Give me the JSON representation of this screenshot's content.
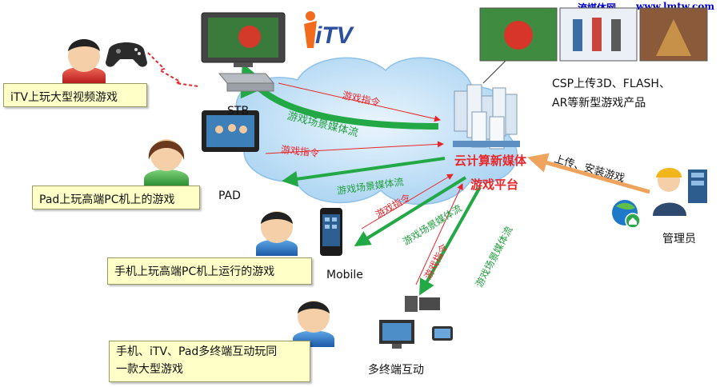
{
  "watermark": {
    "cn": "流媒体网",
    "url": "www.lmtw.com"
  },
  "logo": {
    "text": "iTV"
  },
  "devices": {
    "stb": "STB",
    "pad": "PAD",
    "mobile": "Mobile",
    "multi": "多终端互动"
  },
  "callouts": {
    "itv": "iTV上玩大型视频游戏",
    "pad": "Pad上玩高端PC机上的游戏",
    "mobile": "手机上玩高端PC机上运行的游戏",
    "multi_line1": "手机、iTV、Pad多终端互动玩同",
    "multi_line2": "一款大型游戏"
  },
  "platform": {
    "line1": "云计算新媒体",
    "line2": "游戏平台"
  },
  "csp": {
    "line1": "CSP上传3D、FLASH、",
    "line2": "AR等新型游戏产品"
  },
  "admin": {
    "label": "管理员",
    "arrow_label": "上传、安装游戏"
  },
  "flows": {
    "command": "游戏指令",
    "stream": "游戏场景媒体流"
  },
  "colors": {
    "command": "#e8262a",
    "stream": "#22a845",
    "upload": "#f0a35c",
    "cloud": "#b9dcf5",
    "callout_bg": "#ffffc8"
  }
}
